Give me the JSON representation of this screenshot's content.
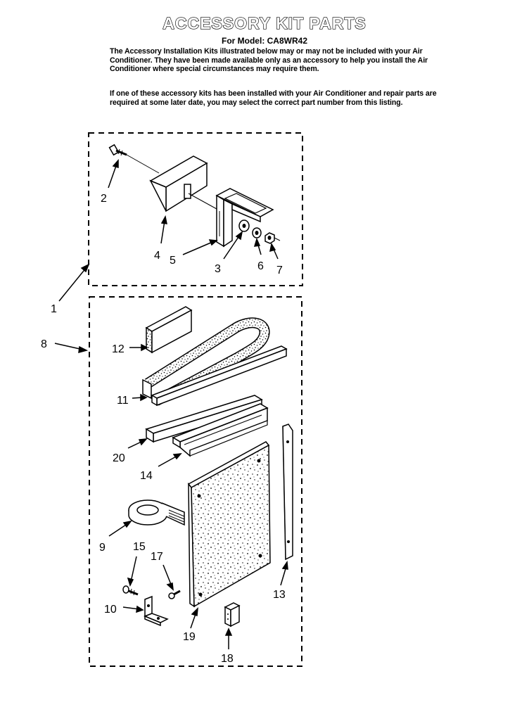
{
  "header": {
    "title": "ACCESSORY KIT PARTS",
    "model_line": "For Model: CA8WR42"
  },
  "intro": {
    "paragraph_1": "The Accessory Installation Kits illustrated below may or may not be included with your Air Conditioner. They have been made available only as an accessory to help you install the Air Conditioner where special circumstances may require them.",
    "paragraph_2": "If one of these accessory kits has been installed with your Air Conditioner and repair parts are required at some later date, you may select the correct part number from this listing."
  },
  "callouts": {
    "c1": "1",
    "c2": "2",
    "c3": "3",
    "c4": "4",
    "c5": "5",
    "c6": "6",
    "c7": "7",
    "c8": "8",
    "c9": "9",
    "c10": "10",
    "c11": "11",
    "c12": "12",
    "c13": "13",
    "c14": "14",
    "c15": "15",
    "c17": "17",
    "c18": "18",
    "c19": "19",
    "c20": "20"
  }
}
